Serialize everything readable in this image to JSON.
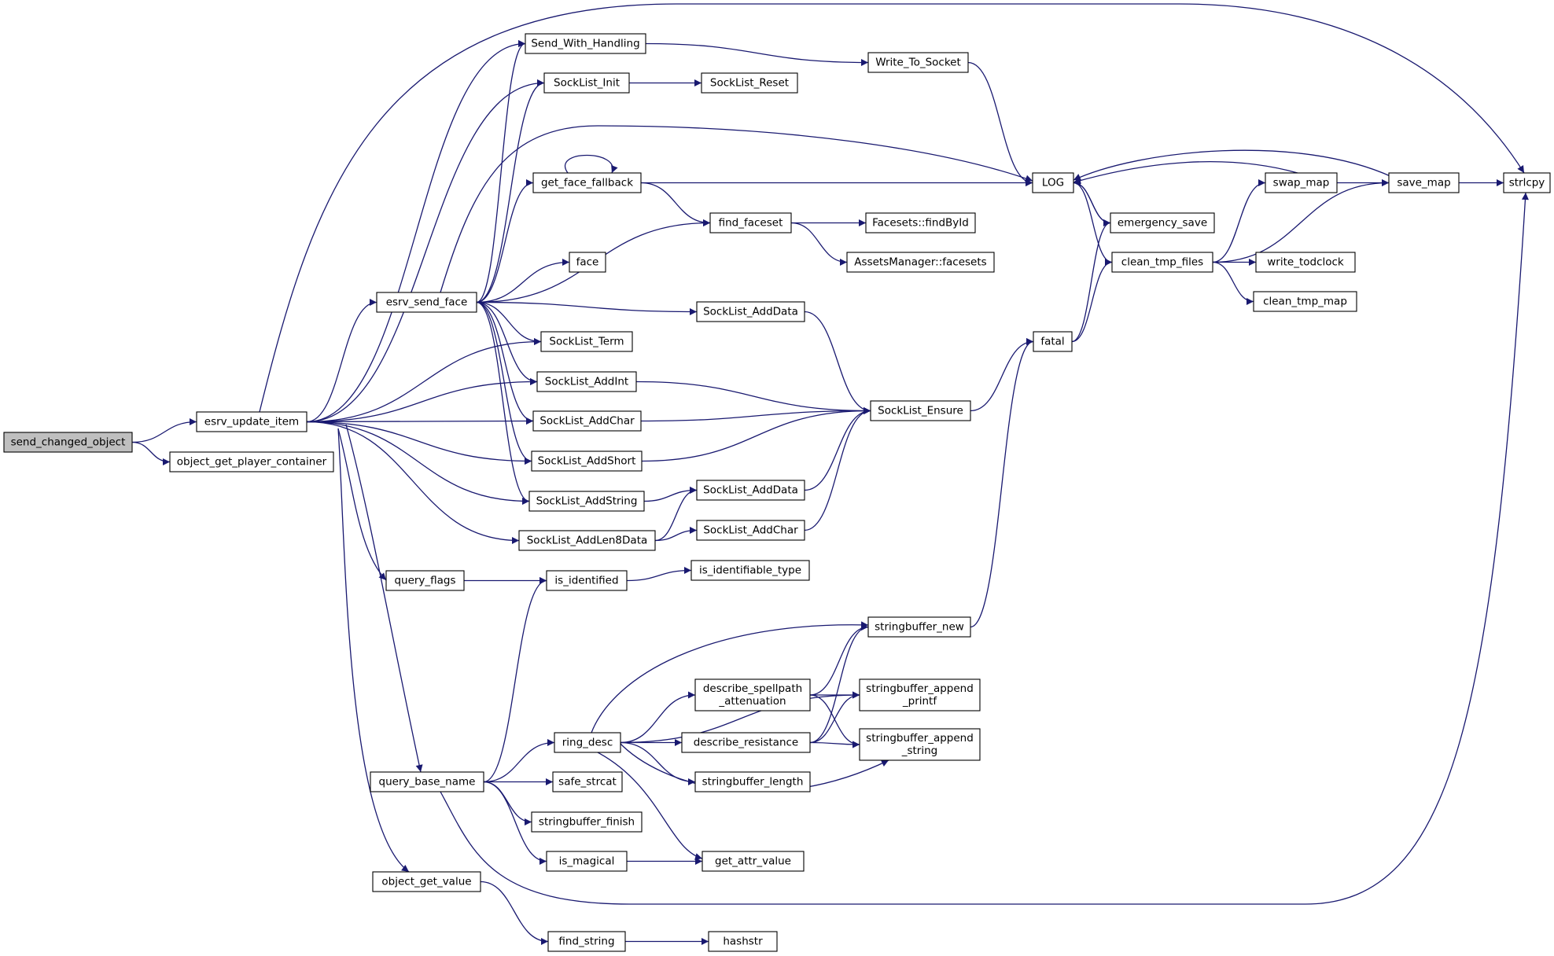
{
  "colors": {
    "edge": "#191970",
    "node_border": "#000000",
    "red_border": "#ff0000",
    "root_fill": "#bfbfbf",
    "node_fill": "#ffffff"
  },
  "nodes": [
    {
      "id": "send_changed_object",
      "lines": [
        "send_changed_object"
      ],
      "style": "root"
    },
    {
      "id": "esrv_update_item",
      "lines": [
        "esrv_update_item"
      ],
      "style": "normal"
    },
    {
      "id": "object_get_player_container",
      "lines": [
        "object_get_player_container"
      ],
      "style": "normal"
    },
    {
      "id": "Send_With_Handling",
      "lines": [
        "Send_With_Handling"
      ],
      "style": "normal"
    },
    {
      "id": "SockList_Init",
      "lines": [
        "SockList_Init"
      ],
      "style": "normal"
    },
    {
      "id": "SockList_Reset",
      "lines": [
        "SockList_Reset"
      ],
      "style": "normal"
    },
    {
      "id": "Write_To_Socket",
      "lines": [
        "Write_To_Socket"
      ],
      "style": "normal"
    },
    {
      "id": "strlcpy",
      "lines": [
        "strlcpy"
      ],
      "style": "normal"
    },
    {
      "id": "get_face_fallback",
      "lines": [
        "get_face_fallback"
      ],
      "style": "normal"
    },
    {
      "id": "find_faceset",
      "lines": [
        "find_faceset"
      ],
      "style": "normal"
    },
    {
      "id": "Facesets_findById",
      "lines": [
        "Facesets::findById"
      ],
      "style": "normal"
    },
    {
      "id": "AssetsManager_facesets",
      "lines": [
        "AssetsManager::facesets"
      ],
      "style": "normal"
    },
    {
      "id": "LOG",
      "lines": [
        "LOG"
      ],
      "style": "normal"
    },
    {
      "id": "emergency_save",
      "lines": [
        "emergency_save"
      ],
      "style": "red"
    },
    {
      "id": "clean_tmp_files",
      "lines": [
        "clean_tmp_files"
      ],
      "style": "normal"
    },
    {
      "id": "swap_map",
      "lines": [
        "swap_map"
      ],
      "style": "red"
    },
    {
      "id": "save_map",
      "lines": [
        "save_map"
      ],
      "style": "red"
    },
    {
      "id": "write_todclock",
      "lines": [
        "write_todclock"
      ],
      "style": "red"
    },
    {
      "id": "clean_tmp_map",
      "lines": [
        "clean_tmp_map"
      ],
      "style": "normal"
    },
    {
      "id": "face",
      "lines": [
        "face"
      ],
      "style": "normal"
    },
    {
      "id": "esrv_send_face",
      "lines": [
        "esrv_send_face"
      ],
      "style": "normal"
    },
    {
      "id": "SockList_AddData_1",
      "lines": [
        "SockList_AddData"
      ],
      "style": "normal"
    },
    {
      "id": "SockList_Term",
      "lines": [
        "SockList_Term"
      ],
      "style": "normal"
    },
    {
      "id": "SockList_AddInt",
      "lines": [
        "SockList_AddInt"
      ],
      "style": "normal"
    },
    {
      "id": "SockList_AddChar_1",
      "lines": [
        "SockList_AddChar"
      ],
      "style": "normal"
    },
    {
      "id": "SockList_Ensure",
      "lines": [
        "SockList_Ensure"
      ],
      "style": "normal"
    },
    {
      "id": "fatal",
      "lines": [
        "fatal"
      ],
      "style": "normal"
    },
    {
      "id": "SockList_AddShort",
      "lines": [
        "SockList_AddShort"
      ],
      "style": "normal"
    },
    {
      "id": "SockList_AddString",
      "lines": [
        "SockList_AddString"
      ],
      "style": "normal"
    },
    {
      "id": "SockList_AddData_2",
      "lines": [
        "SockList_AddData"
      ],
      "style": "normal"
    },
    {
      "id": "SockList_AddLen8Data",
      "lines": [
        "SockList_AddLen8Data"
      ],
      "style": "normal"
    },
    {
      "id": "SockList_AddChar_2",
      "lines": [
        "SockList_AddChar"
      ],
      "style": "normal"
    },
    {
      "id": "query_flags",
      "lines": [
        "query_flags"
      ],
      "style": "normal"
    },
    {
      "id": "is_identified",
      "lines": [
        "is_identified"
      ],
      "style": "normal"
    },
    {
      "id": "is_identifiable_type",
      "lines": [
        "is_identifiable_type"
      ],
      "style": "red"
    },
    {
      "id": "stringbuffer_new",
      "lines": [
        "stringbuffer_new"
      ],
      "style": "normal"
    },
    {
      "id": "describe_spellpath_attenuation",
      "lines": [
        "describe_spellpath",
        "_attenuation"
      ],
      "style": "normal"
    },
    {
      "id": "stringbuffer_append_printf",
      "lines": [
        "stringbuffer_append",
        "_printf"
      ],
      "style": "red"
    },
    {
      "id": "ring_desc",
      "lines": [
        "ring_desc"
      ],
      "style": "normal"
    },
    {
      "id": "describe_resistance",
      "lines": [
        "describe_resistance"
      ],
      "style": "red"
    },
    {
      "id": "stringbuffer_append_string",
      "lines": [
        "stringbuffer_append",
        "_string"
      ],
      "style": "red"
    },
    {
      "id": "query_base_name",
      "lines": [
        "query_base_name"
      ],
      "style": "normal"
    },
    {
      "id": "safe_strcat",
      "lines": [
        "safe_strcat"
      ],
      "style": "normal"
    },
    {
      "id": "stringbuffer_length",
      "lines": [
        "stringbuffer_length"
      ],
      "style": "normal"
    },
    {
      "id": "stringbuffer_finish",
      "lines": [
        "stringbuffer_finish"
      ],
      "style": "normal"
    },
    {
      "id": "is_magical",
      "lines": [
        "is_magical"
      ],
      "style": "normal"
    },
    {
      "id": "get_attr_value",
      "lines": [
        "get_attr_value"
      ],
      "style": "normal"
    },
    {
      "id": "object_get_value",
      "lines": [
        "object_get_value"
      ],
      "style": "normal"
    },
    {
      "id": "find_string",
      "lines": [
        "find_string"
      ],
      "style": "normal"
    },
    {
      "id": "hashstr",
      "lines": [
        "hashstr"
      ],
      "style": "normal"
    }
  ],
  "edges": [
    [
      "send_changed_object",
      "esrv_update_item"
    ],
    [
      "send_changed_object",
      "object_get_player_container"
    ],
    [
      "esrv_update_item",
      "Send_With_Handling"
    ],
    [
      "esrv_update_item",
      "SockList_Init"
    ],
    [
      "esrv_update_item",
      "strlcpy"
    ],
    [
      "esrv_update_item",
      "esrv_send_face"
    ],
    [
      "esrv_update_item",
      "SockList_Term"
    ],
    [
      "esrv_update_item",
      "SockList_AddInt"
    ],
    [
      "esrv_update_item",
      "SockList_AddChar_1"
    ],
    [
      "esrv_update_item",
      "SockList_AddShort"
    ],
    [
      "esrv_update_item",
      "SockList_AddString"
    ],
    [
      "esrv_update_item",
      "SockList_AddLen8Data"
    ],
    [
      "esrv_update_item",
      "query_flags"
    ],
    [
      "esrv_update_item",
      "query_base_name"
    ],
    [
      "esrv_update_item",
      "object_get_value"
    ],
    [
      "Send_With_Handling",
      "Write_To_Socket"
    ],
    [
      "SockList_Init",
      "SockList_Reset"
    ],
    [
      "Write_To_Socket",
      "LOG"
    ],
    [
      "esrv_send_face",
      "Send_With_Handling"
    ],
    [
      "esrv_send_face",
      "SockList_Init"
    ],
    [
      "esrv_send_face",
      "LOG"
    ],
    [
      "esrv_send_face",
      "get_face_fallback"
    ],
    [
      "esrv_send_face",
      "find_faceset"
    ],
    [
      "esrv_send_face",
      "face"
    ],
    [
      "esrv_send_face",
      "SockList_AddData_1"
    ],
    [
      "esrv_send_face",
      "SockList_Term"
    ],
    [
      "esrv_send_face",
      "SockList_AddInt"
    ],
    [
      "esrv_send_face",
      "SockList_AddChar_1"
    ],
    [
      "esrv_send_face",
      "SockList_AddShort"
    ],
    [
      "esrv_send_face",
      "SockList_AddString"
    ],
    [
      "get_face_fallback",
      "get_face_fallback"
    ],
    [
      "get_face_fallback",
      "LOG"
    ],
    [
      "get_face_fallback",
      "find_faceset"
    ],
    [
      "find_faceset",
      "Facesets_findById"
    ],
    [
      "find_faceset",
      "AssetsManager_facesets"
    ],
    [
      "LOG",
      "emergency_save"
    ],
    [
      "LOG",
      "clean_tmp_files"
    ],
    [
      "emergency_save",
      "LOG"
    ],
    [
      "clean_tmp_files",
      "swap_map"
    ],
    [
      "clean_tmp_files",
      "save_map"
    ],
    [
      "clean_tmp_files",
      "write_todclock"
    ],
    [
      "clean_tmp_files",
      "clean_tmp_map"
    ],
    [
      "swap_map",
      "LOG"
    ],
    [
      "swap_map",
      "save_map"
    ],
    [
      "save_map",
      "LOG"
    ],
    [
      "save_map",
      "strlcpy"
    ],
    [
      "fatal",
      "emergency_save"
    ],
    [
      "fatal",
      "clean_tmp_files"
    ],
    [
      "SockList_Ensure",
      "fatal"
    ],
    [
      "SockList_AddData_1",
      "SockList_Ensure"
    ],
    [
      "SockList_AddInt",
      "SockList_Ensure"
    ],
    [
      "SockList_AddChar_1",
      "SockList_Ensure"
    ],
    [
      "SockList_AddShort",
      "SockList_Ensure"
    ],
    [
      "SockList_AddString",
      "SockList_AddData_2"
    ],
    [
      "SockList_AddData_2",
      "SockList_Ensure"
    ],
    [
      "SockList_AddLen8Data",
      "SockList_AddData_2"
    ],
    [
      "SockList_AddLen8Data",
      "SockList_AddChar_2"
    ],
    [
      "SockList_AddChar_2",
      "SockList_Ensure"
    ],
    [
      "query_flags",
      "is_identified"
    ],
    [
      "is_identified",
      "is_identifiable_type"
    ],
    [
      "stringbuffer_new",
      "fatal"
    ],
    [
      "describe_spellpath_attenuation",
      "stringbuffer_new"
    ],
    [
      "describe_spellpath_attenuation",
      "stringbuffer_append_printf"
    ],
    [
      "describe_spellpath_attenuation",
      "stringbuffer_append_string"
    ],
    [
      "describe_resistance",
      "stringbuffer_new"
    ],
    [
      "describe_resistance",
      "stringbuffer_append_printf"
    ],
    [
      "describe_resistance",
      "stringbuffer_append_string"
    ],
    [
      "ring_desc",
      "stringbuffer_new"
    ],
    [
      "ring_desc",
      "stringbuffer_append_printf"
    ],
    [
      "ring_desc",
      "describe_spellpath_attenuation"
    ],
    [
      "ring_desc",
      "describe_resistance"
    ],
    [
      "ring_desc",
      "stringbuffer_length"
    ],
    [
      "ring_desc",
      "stringbuffer_append_string"
    ],
    [
      "ring_desc",
      "get_attr_value"
    ],
    [
      "query_base_name",
      "is_identified"
    ],
    [
      "query_base_name",
      "ring_desc"
    ],
    [
      "query_base_name",
      "safe_strcat"
    ],
    [
      "query_base_name",
      "stringbuffer_finish"
    ],
    [
      "query_base_name",
      "is_magical"
    ],
    [
      "query_base_name",
      "strlcpy"
    ],
    [
      "is_magical",
      "get_attr_value"
    ],
    [
      "object_get_value",
      "find_string"
    ],
    [
      "find_string",
      "hashstr"
    ]
  ]
}
